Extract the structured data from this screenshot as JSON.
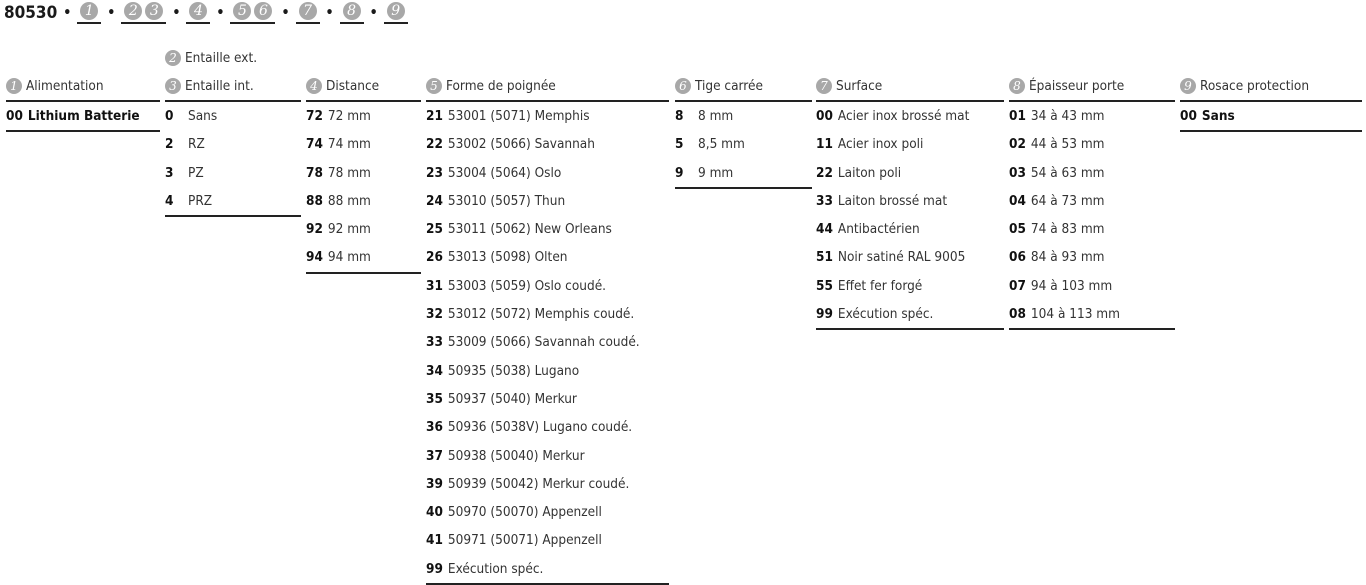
{
  "code": "80530",
  "title_groups": [
    [
      "1"
    ],
    [
      "2",
      "3"
    ],
    [
      "4"
    ],
    [
      "5",
      "6"
    ],
    [
      "7"
    ],
    [
      "8"
    ],
    [
      "9"
    ]
  ],
  "columns": [
    {
      "nums": [
        "1"
      ],
      "label": "Alimentation",
      "rows": [
        {
          "code": "00",
          "text": "Lithium Batterie",
          "bold": true
        }
      ]
    },
    {
      "nums": [
        "3"
      ],
      "label": "Entaille int.",
      "label2_num": "2",
      "label2": "Entaille ext.",
      "rows": [
        {
          "code": "0",
          "text": "Sans"
        },
        {
          "code": "2",
          "text": "RZ"
        },
        {
          "code": "3",
          "text": "PZ"
        },
        {
          "code": "4",
          "text": "PRZ"
        }
      ]
    },
    {
      "nums": [
        "4"
      ],
      "label": "Distance",
      "rows": [
        {
          "code": "72",
          "text": "72 mm"
        },
        {
          "code": "74",
          "text": "74 mm"
        },
        {
          "code": "78",
          "text": "78 mm"
        },
        {
          "code": "88",
          "text": "88 mm"
        },
        {
          "code": "92",
          "text": "92 mm"
        },
        {
          "code": "94",
          "text": "94 mm"
        }
      ]
    },
    {
      "nums": [
        "5"
      ],
      "label": "Forme de poignée",
      "rows": [
        {
          "code": "21",
          "text": "53001 (5071) Memphis"
        },
        {
          "code": "22",
          "text": "53002 (5066) Savannah"
        },
        {
          "code": "23",
          "text": "53004 (5064) Oslo"
        },
        {
          "code": "24",
          "text": "53010 (5057) Thun"
        },
        {
          "code": "25",
          "text": "53011 (5062) New Orleans"
        },
        {
          "code": "26",
          "text": "53013 (5098) Olten"
        },
        {
          "code": "31",
          "text": "53003 (5059) Oslo coudé."
        },
        {
          "code": "32",
          "text": "53012 (5072) Memphis coudé."
        },
        {
          "code": "33",
          "text": "53009 (5066) Savannah coudé."
        },
        {
          "code": "34",
          "text": "50935 (5038) Lugano"
        },
        {
          "code": "35",
          "text": "50937 (5040) Merkur"
        },
        {
          "code": "36",
          "text": "50936 (5038V) Lugano coudé."
        },
        {
          "code": "37",
          "text": "50938 (50040) Merkur"
        },
        {
          "code": "39",
          "text": "50939 (50042) Merkur coudé."
        },
        {
          "code": "40",
          "text": "50970 (50070) Appenzell"
        },
        {
          "code": "41",
          "text": "50971 (50071) Appenzell"
        },
        {
          "code": "99",
          "text": "Exécution spéc."
        }
      ]
    },
    {
      "nums": [
        "6"
      ],
      "label": "Tige carrée",
      "rows": [
        {
          "code": "8",
          "text": "8 mm"
        },
        {
          "code": "5",
          "text": "8,5 mm"
        },
        {
          "code": "9",
          "text": "9 mm"
        }
      ]
    },
    {
      "nums": [
        "7"
      ],
      "label": "Surface",
      "rows": [
        {
          "code": "00",
          "text": "Acier inox brossé mat"
        },
        {
          "code": "11",
          "text": "Acier inox poli"
        },
        {
          "code": "22",
          "text": "Laiton poli"
        },
        {
          "code": "33",
          "text": "Laiton brossé mat"
        },
        {
          "code": "44",
          "text": "Antibactérien"
        },
        {
          "code": "51",
          "text": "Noir satiné RAL 9005"
        },
        {
          "code": "55",
          "text": "Effet fer forgé"
        },
        {
          "code": "99",
          "text": "Exécution spéc."
        }
      ]
    },
    {
      "nums": [
        "8"
      ],
      "label": "Épaisseur porte",
      "rows": [
        {
          "code": "01",
          "text": "34 à 43 mm"
        },
        {
          "code": "02",
          "text": "44 à 53 mm"
        },
        {
          "code": "03",
          "text": "54 à 63 mm"
        },
        {
          "code": "04",
          "text": "64 à 73 mm"
        },
        {
          "code": "05",
          "text": "74 à 83 mm"
        },
        {
          "code": "06",
          "text": "84 à 93 mm"
        },
        {
          "code": "07",
          "text": "94 à 103 mm"
        },
        {
          "code": "08",
          "text": "104 à 113 mm"
        }
      ]
    },
    {
      "nums": [
        "9"
      ],
      "label": "Rosace protection",
      "rows": [
        {
          "code": "00",
          "text": "Sans",
          "bold": true
        }
      ]
    }
  ]
}
